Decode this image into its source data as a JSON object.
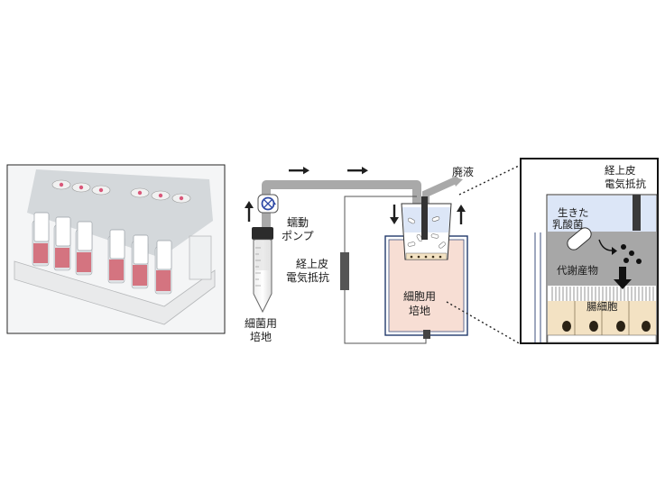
{
  "labels": {
    "peristaltic_pump": [
      "蠕動",
      "ポンプ"
    ],
    "bacteria_medium": [
      "細菌用",
      "培地"
    ],
    "teer_left": [
      "経上皮",
      "電気抵抗"
    ],
    "waste": "廃液",
    "cell_medium": [
      "細胞用",
      "培地"
    ],
    "teer_zoom": [
      "経上皮",
      "電気抵抗"
    ],
    "live_lactic": [
      "生きた",
      "乳酸菌"
    ],
    "metabolites": "代謝産物",
    "intestinal_cells": "腸細胞"
  },
  "colors": {
    "tube_gray": "#a9a9a9",
    "medium_pink": "#f7ded4",
    "bacteria_blue": "#dce6f7",
    "metabolite_gray": "#a7a7a7",
    "cell_cream": "#f3e2c3",
    "electrode": "#3a3a3a"
  },
  "icons": [
    "pump-icon",
    "flow-arrow-icon",
    "falcon-tube-icon",
    "electrode-icon"
  ]
}
